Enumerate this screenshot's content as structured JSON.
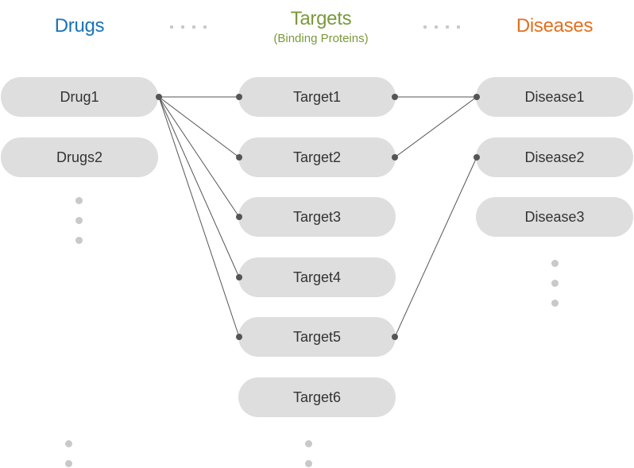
{
  "columns": {
    "drugs": {
      "title": "Drugs",
      "color": "#1a73b7"
    },
    "targets": {
      "title": "Targets",
      "subtitle": "(Binding Proteins)",
      "color": "#7a9a3a"
    },
    "diseases": {
      "title": "Diseases",
      "color": "#e2701f"
    }
  },
  "drugs": [
    "Drug1",
    "Drugs2"
  ],
  "targets": [
    "Target1",
    "Target2",
    "Target3",
    "Target4",
    "Target5",
    "Target6"
  ],
  "diseases": [
    "Disease1",
    "Disease2",
    "Disease3"
  ],
  "links": [
    {
      "from": "Drug1",
      "to": "Target1"
    },
    {
      "from": "Drug1",
      "to": "Target2"
    },
    {
      "from": "Drug1",
      "to": "Target3"
    },
    {
      "from": "Drug1",
      "to": "Target4"
    },
    {
      "from": "Drug1",
      "to": "Target5"
    },
    {
      "from": "Target1",
      "to": "Disease1"
    },
    {
      "from": "Target2",
      "to": "Disease1"
    },
    {
      "from": "Target5",
      "to": "Disease2"
    }
  ],
  "colors": {
    "node_fill": "#dedede",
    "node_text": "#333333",
    "link": "#555555",
    "ellipsis": "#c9c9c9"
  }
}
